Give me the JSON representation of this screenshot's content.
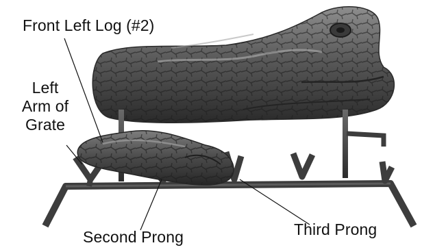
{
  "callouts": {
    "front_left_log": "Front Left Log (#2)",
    "left_arm_of_grate": [
      "Left",
      "Arm of",
      "Grate"
    ],
    "second_prong": "Second Prong",
    "third_prong": "Third Prong"
  },
  "colors": {
    "text": "#111111",
    "leader_line": "#111111",
    "grate_metal": "#3d3d3d",
    "log_bark_dark": "#2f2f2f",
    "log_bark_light": "#8a8a8a",
    "background": "#ffffff"
  },
  "illustration": [
    "gas-log-set-photo",
    "grate",
    "rear-log",
    "front-left-log"
  ]
}
